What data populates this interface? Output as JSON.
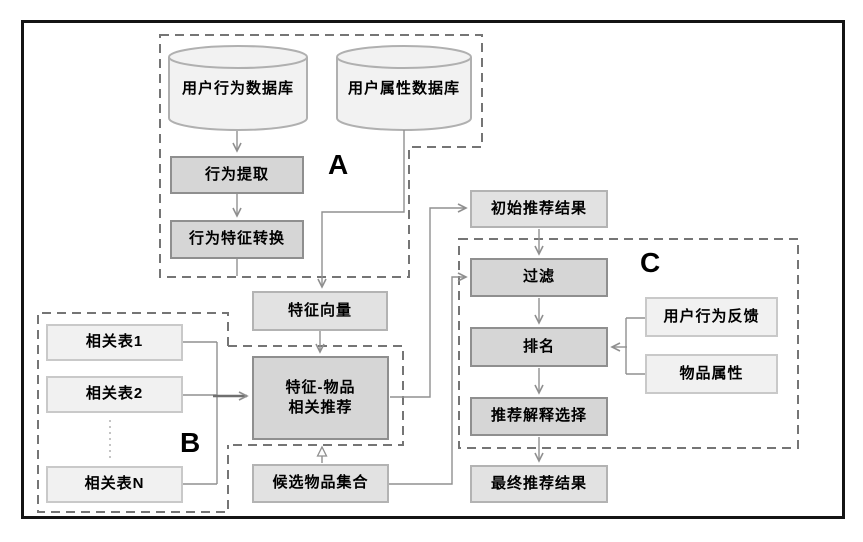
{
  "diagram": {
    "section_labels": {
      "a": "A",
      "b": "B",
      "c": "C"
    },
    "nodes": {
      "user_behavior_db": "用户行为数据库",
      "user_attribute_db": "用户属性数据库",
      "behavior_extraction": "行为提取",
      "behavior_feature_conversion": "行为特征转换",
      "feature_vector": "特征向量",
      "related_table_1": "相关表1",
      "related_table_2": "相关表2",
      "related_table_n": "相关表N",
      "feature_item_recommendation_line1": "特征-物品",
      "feature_item_recommendation_line2": "相关推荐",
      "candidate_item_set": "候选物品集合",
      "initial_recommendation_result": "初始推荐结果",
      "filter": "过滤",
      "ranking": "排名",
      "recommendation_explanation_selection": "推荐解释选择",
      "final_recommendation_result": "最终推荐结果",
      "user_behavior_feedback": "用户行为反馈",
      "item_attribute": "物品属性"
    },
    "colors": {
      "frame": "#141414",
      "node_fill_dark": "#d6d6d6",
      "node_fill_mid": "#e2e2e2",
      "node_fill_light": "#f1f1f1",
      "node_border_dark": "#8f8f8f",
      "wire": "#909090",
      "dashed_outline": "#757575",
      "cylinder_fill": "#f2f2f2"
    }
  }
}
